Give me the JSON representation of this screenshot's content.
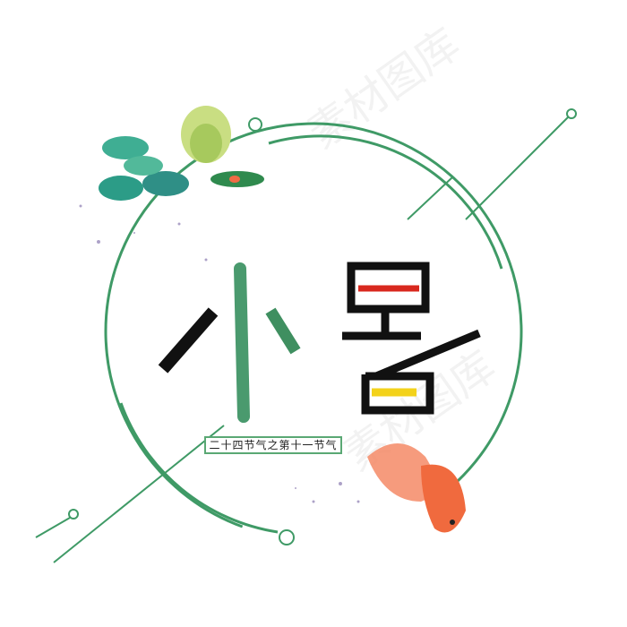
{
  "title": "小暑",
  "subtitle": "二十四节气之第十一节气",
  "watermark": "素材图库",
  "colors": {
    "ring": "#3f9a66",
    "ink": "#111111",
    "red": "#d8281e",
    "yellow": "#f3d21a",
    "fish": "#f0623a"
  }
}
